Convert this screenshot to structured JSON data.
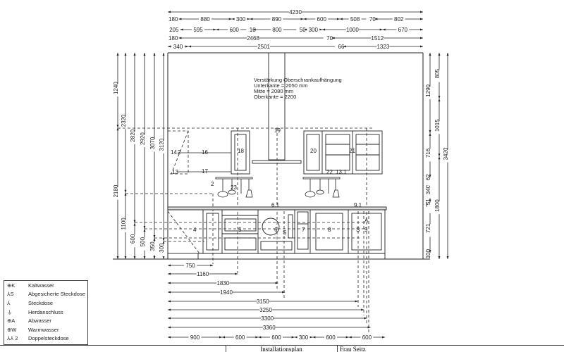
{
  "note": {
    "title": "Verstärkung Oberschrankaufhängung",
    "lines": [
      "Unterkante = 2050 mm",
      "Mitte = 2080 mm",
      "Oberkante = 2200"
    ]
  },
  "dimensions": {
    "top_chains": [
      [
        4230
      ],
      [
        180,
        880,
        300,
        890,
        600,
        508,
        70,
        802
      ],
      [
        205,
        595,
        600,
        10,
        800,
        50,
        300,
        1000,
        670
      ],
      [
        180,
        2468,
        70,
        1512
      ],
      [
        340,
        2501,
        66,
        1323
      ]
    ],
    "left_chains": [
      [
        2180,
        1240
      ],
      [
        1100,
        2320
      ],
      [
        600,
        2820
      ],
      [
        500,
        2920
      ],
      [
        350,
        3070
      ],
      [
        300,
        3120
      ]
    ],
    "right_chains": [
      [
        100,
        721,
        40,
        51,
        340,
        62,
        716,
        1290
      ],
      [
        1800,
        1015,
        805
      ],
      [
        3420
      ]
    ],
    "bottom_single": [
      750,
      1160,
      1830,
      1940,
      3150,
      3250,
      3300,
      3360
    ],
    "bottom_chain": [
      900,
      600,
      600,
      300,
      600,
      600
    ]
  },
  "labels": {
    "l2": "2",
    "l4": "4",
    "l5": "5",
    "l6": "6",
    "l6_1": "6.1",
    "l7": "7",
    "l8": "8",
    "l9": "9",
    "l9_1": "9.1",
    "l13": "13",
    "l13_1": "13.1",
    "l14": "14",
    "l12": "2",
    "l16": "16",
    "l17": "17",
    "l18": "18",
    "l19": "19",
    "l20": "20",
    "l21": "21",
    "l22": "22",
    "l23": "23",
    "lS1": "S",
    "lS2": "S",
    "lA": "A"
  },
  "legend": [
    {
      "symbol": "⊕K",
      "icon": "cold-water-icon",
      "label": "Kaltwasser"
    },
    {
      "symbol": "⅄S",
      "icon": "secured-socket-icon",
      "label": "Abgesicherte Steckdose"
    },
    {
      "symbol": "⅄",
      "icon": "socket-icon",
      "label": "Steckdose"
    },
    {
      "symbol": "⏚",
      "icon": "stove-connection-icon",
      "label": "Herdanschluss"
    },
    {
      "symbol": "⊕A",
      "icon": "waste-water-icon",
      "label": "Abwasser"
    },
    {
      "symbol": "⊕W",
      "icon": "hot-water-icon",
      "label": "Warmwasser"
    },
    {
      "symbol": "⅄⅄ 2",
      "icon": "double-socket-icon",
      "label": "Doppelsteckdose"
    }
  ],
  "title_block": {
    "title": "Installationsplan",
    "client": "Frau Seitz"
  }
}
